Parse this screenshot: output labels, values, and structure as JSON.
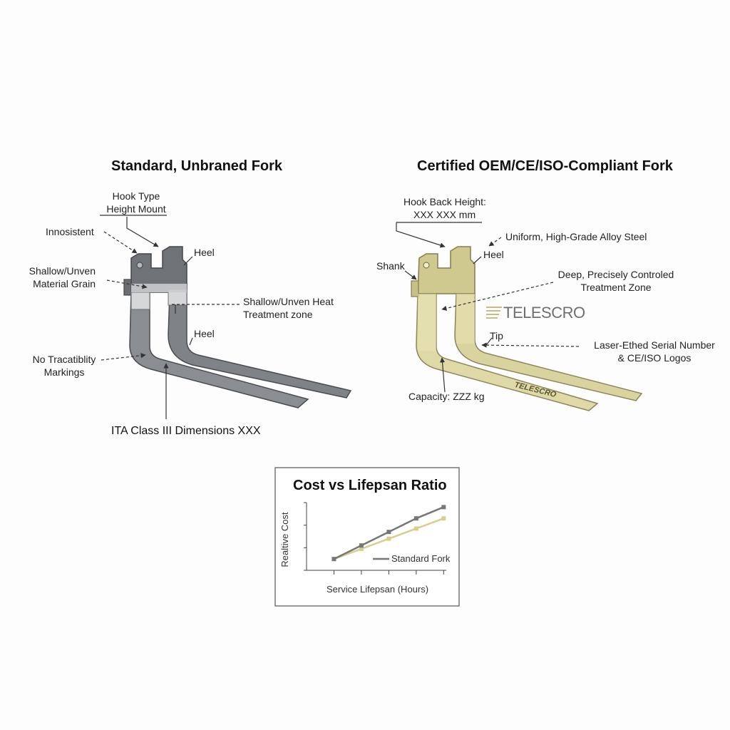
{
  "left_panel": {
    "title": "Standard, Unbraned Fork",
    "callouts": {
      "hook_type_1": "Hook Type",
      "hook_type_2": "Height Mount",
      "inconsistent": "Innosistent",
      "heel_top": "Heel",
      "shallow_grain_1": "Shallow/Unven",
      "shallow_grain_2": "Material Grain",
      "heat_zone_1": "Shallow/Unven Heat",
      "heat_zone_2": "Treatment zone",
      "heel_mid": "Heel",
      "traceability_1": "No Tracatiblity",
      "traceability_2": "Markings",
      "dimensions": "ITA Class III Dimensions  XXX"
    }
  },
  "right_panel": {
    "title": "Certified OEM/CE/ISO-Compliant Fork",
    "callouts": {
      "hook_back_1": "Hook Back Height:",
      "hook_back_2": "XXX  XXX mm",
      "alloy": "Uniform, High-Grade Alloy Steel",
      "heel": "Heel",
      "shank": "Shank",
      "deep_zone_1": "Deep, Precisely Controled",
      "deep_zone_2": "Treatment Zone",
      "tip": "Tip",
      "serial_1": "Laser-Ethed Serial Number",
      "serial_2": "& CE/ISO Logos",
      "capacity": "Capacity: ZZZ kg"
    },
    "brand": "TELESCRO",
    "fork_engraving": "TELESCRO"
  },
  "chart_data": {
    "type": "line",
    "title": "Cost vs Lifepsan Ratio",
    "xlabel": "Service Lifepsan (Hours)",
    "ylabel": "Realtive Cost",
    "x": [
      1,
      2,
      3,
      4,
      5
    ],
    "series": [
      {
        "name": "Standard Fork",
        "color": "#777777",
        "values": [
          1.0,
          2.2,
          3.4,
          4.6,
          5.6
        ]
      },
      {
        "name": "",
        "color": "#d8cf8e",
        "values": [
          1.0,
          1.9,
          2.8,
          3.7,
          4.6
        ]
      }
    ],
    "xlim": [
      0,
      5.2
    ],
    "ylim": [
      0,
      6
    ],
    "grid": false,
    "legend": "lower-right"
  },
  "colors": {
    "standard_fork": "#8a8d91",
    "certified_fork": "#d9d3a0",
    "heat_zone_standard": "#d5d7d9",
    "heat_zone_certified": "#e8e3b2"
  }
}
